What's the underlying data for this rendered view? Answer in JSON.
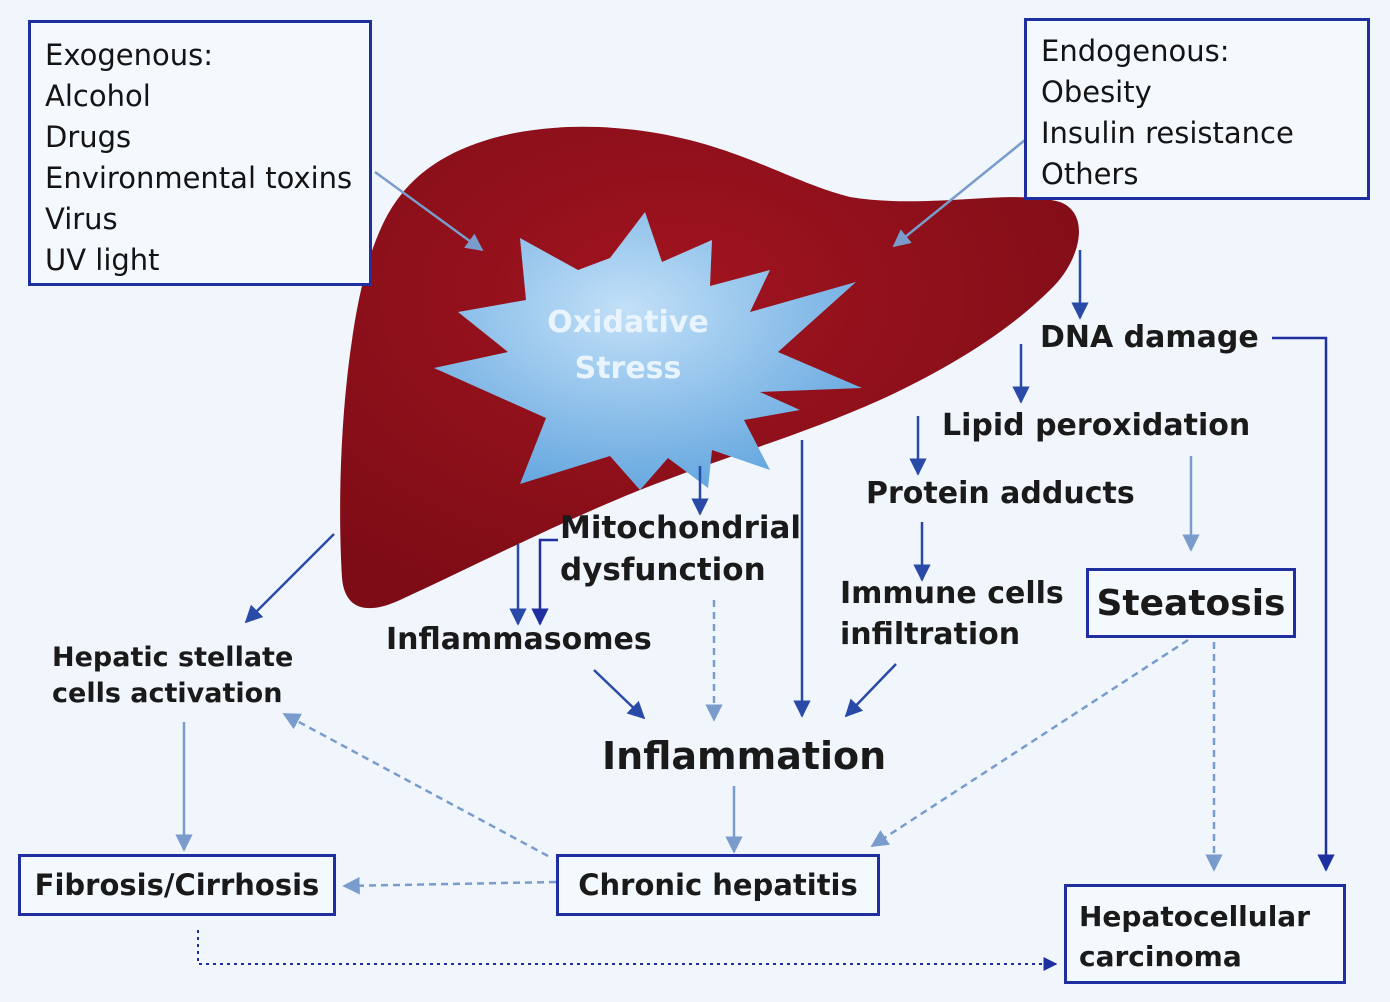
{
  "colors": {
    "background": "#f0f6fc",
    "liver": "#8c0f1a",
    "stress_burst": "#a8d2f2",
    "box_border": "#1f2fa0",
    "arrow_dark": "#2a4aa8",
    "arrow_light": "#7a9ccc"
  },
  "exogenous": {
    "heading": "Exogenous:",
    "items": [
      "Alcohol",
      "Drugs",
      "Environmental toxins",
      "Virus",
      "UV light"
    ]
  },
  "endogenous": {
    "heading": "Endogenous:",
    "items": [
      "Obesity",
      "Insulin resistance",
      "Others"
    ]
  },
  "center": {
    "line1": "Oxidative",
    "line2": "Stress"
  },
  "nodes": {
    "dna_damage": "DNA damage",
    "lipid_peroxidation": "Lipid peroxidation",
    "protein_adducts": "Protein adducts",
    "mitochondrial_1": "Mitochondrial",
    "mitochondrial_2": "dysfunction",
    "immune_1": "Immune cells",
    "immune_2": "infiltration",
    "inflammasomes": "Inflammasomes",
    "steatosis": "Steatosis",
    "hsc_1": "Hepatic stellate",
    "hsc_2": "cells activation",
    "inflammation": "Inflammation",
    "fibrosis": "Fibrosis/Cirrhosis",
    "chronic_hepatitis": "Chronic hepatitis",
    "hcc_1": "Hepatocellular",
    "hcc_2": "carcinoma"
  }
}
